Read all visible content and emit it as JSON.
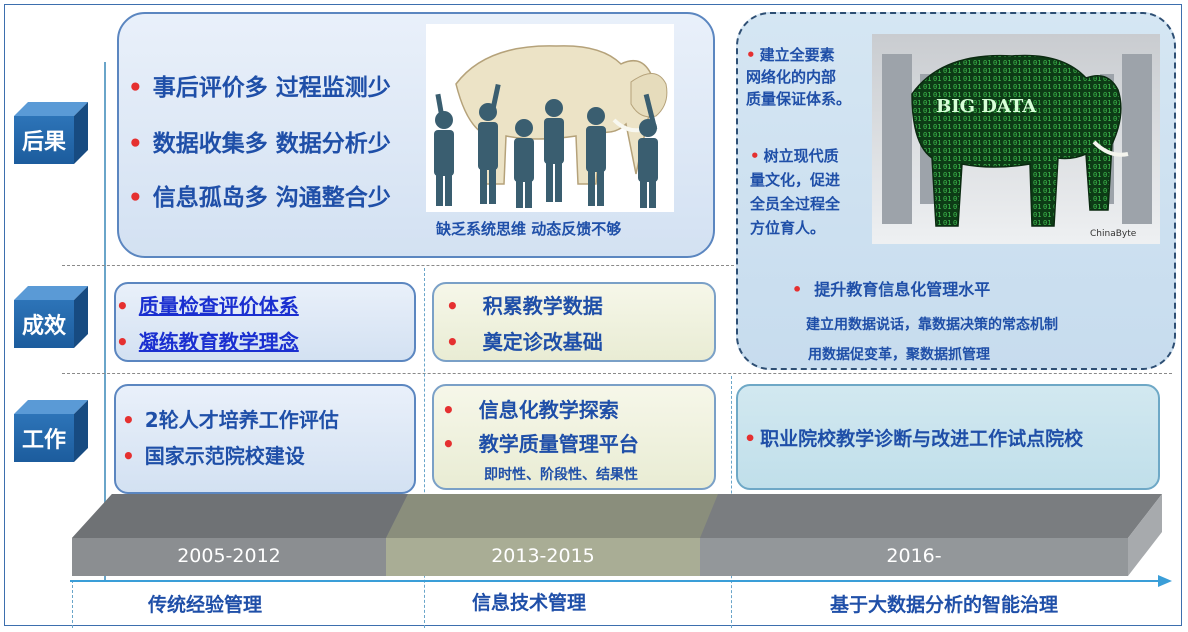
{
  "rows": {
    "result": "后果",
    "effect": "成效",
    "work": "工作"
  },
  "panel1": {
    "items": [
      "事后评价多 过程监测少",
      "数据收集多 数据分析少",
      "信息孤岛多 沟通整合少"
    ],
    "caption": "缺乏系统思维  动态反馈不够"
  },
  "panel2": {
    "effect_items": [
      "质量检查评价体系",
      "凝练教育教学理念"
    ],
    "work_items": [
      "2轮人才培养工作评估",
      "国家示范院校建设"
    ]
  },
  "panel3": {
    "effect_items": [
      "积累教学数据",
      "奠定诊改基础"
    ],
    "work_items": [
      "信息化教学探索",
      "教学质量管理平台"
    ],
    "work_note": "即时性、阶段性、结果性"
  },
  "panel4": {
    "side_text_1": [
      "建立全要素",
      "网络化的内部",
      "质量保证体系。"
    ],
    "side_text_2": [
      "树立现代质",
      "量文化，促进",
      "全员全过程全",
      "方位育人。"
    ],
    "image_label": "BIG DATA",
    "image_watermark": "ChinaByte",
    "bullet_main": "提升教育信息化管理水平",
    "sub1": "建立用数据说话，靠数据决策的常态机制",
    "sub2": "用数据促变革，聚数据抓管理",
    "work_item": "职业院校教学诊断与改进工作试点院校"
  },
  "timeline": {
    "periods": [
      "2005-2012",
      "2013-2015",
      "2016-"
    ],
    "labels": [
      "传统经验管理",
      "信息技术管理",
      "基于大数据分析的智能治理"
    ]
  },
  "colors": {
    "bullet": "#e53030",
    "text": "#1f4fa8",
    "cube": "#1f63a8"
  }
}
